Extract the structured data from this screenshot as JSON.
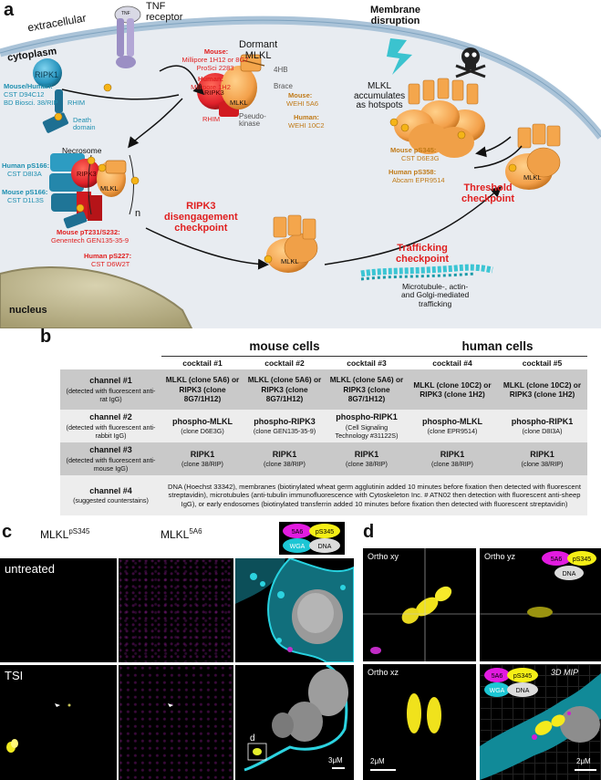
{
  "panel_labels": {
    "a": "a",
    "b": "b",
    "c": "c",
    "d": "d"
  },
  "panel_a": {
    "extracellular": "extracellular",
    "cytoplasm": "cytoplasm",
    "nucleus": "nucleus",
    "tnf": "TNF",
    "tnf_receptor": "TNF\nreceptor",
    "ripk1": "RIPK1",
    "rhim": "RHIM",
    "death_domain": "Death\ndomain",
    "ripk1_ab_title": "Mouse/Human:",
    "ripk1_ab_lines": [
      "CST D94C12",
      "BD Biosci. 38/RIP"
    ],
    "ripk3_mouse_title": "Mouse:",
    "ripk3_mouse_lines": [
      "Millipore 1H12 or 8G7",
      "ProSci 2283"
    ],
    "ripk3_human_title": "Human:",
    "ripk3_human_lines": [
      "Millipore 1H2"
    ],
    "dormant_mlkl": "Dormant\nMLKL",
    "four_hb": "4HB",
    "brace": "Brace",
    "pseudo_kinase": "Pseudo-\nkinase",
    "ripk3": "RIPK3",
    "rhim2": "RHIM",
    "mlkl": "MLKL",
    "mlkl_mouse_title": "Mouse:",
    "mlkl_mouse_lines": [
      "WEHI 5A6"
    ],
    "mlkl_human_title": "Human:",
    "mlkl_human_lines": [
      "WEHI 10C2"
    ],
    "necrosome": "Necrosome",
    "ps166_human_title": "Human pS166:",
    "ps166_human_lines": [
      "CST D8I3A"
    ],
    "ps166_mouse_title": "Mouse pS166:",
    "ps166_mouse_lines": [
      "CST D1L3S"
    ],
    "pt231_title": "Mouse pT231/S232:",
    "pt231_lines": [
      "Genentech GEN135-35-9"
    ],
    "ps227_title": "Human pS227:",
    "ps227_lines": [
      "CST D6W2T"
    ],
    "n": "n",
    "ripk3_checkpoint": "RIPK3\ndisengagement\ncheckpoint",
    "trafficking_checkpoint": "Trafficking\ncheckpoint",
    "trafficking_text": "Microtubule-, actin-\nand Golgi-mediated\ntrafficking",
    "threshold_checkpoint": "Threshold\ncheckpoint",
    "membrane_disruption": "Membrane\ndisruption",
    "hotspots": "MLKL\naccumulates\nas hotspots",
    "ps345_title": "Mouse pS345:",
    "ps345_lines": [
      "CST D6E3G"
    ],
    "ps358_title": "Human pS358:",
    "ps358_lines": [
      "Abcam EPR9514"
    ],
    "p": "P",
    "colors": {
      "teal": "#1e8fb0",
      "red": "#e02020",
      "orange": "#c07a18",
      "mlkl_fill": "#f5a54a",
      "ripk3_fill": "#e8262a",
      "ripk1_fill": "#2d9cc2",
      "cell_bg": "#e9edf2",
      "membrane": "#aec7da"
    }
  },
  "panel_b": {
    "group_mouse": "mouse cells",
    "group_human": "human cells",
    "cocktails": [
      "cocktail #1",
      "cocktail #2",
      "cocktail #3",
      "cocktail #4",
      "cocktail #5"
    ],
    "rows": [
      {
        "channel": "channel #1",
        "detect": "(detected with fluorescent anti-rat IgG)",
        "cells": [
          {
            "main": "MLKL (clone 5A6) or RIPK3 (clone 8G7/1H12)"
          },
          {
            "main": "MLKL (clone 5A6) or RIPK3 (clone 8G7/1H12)"
          },
          {
            "main": "MLKL (clone 5A6) or RIPK3 (clone 8G7/1H12)"
          },
          {
            "main": "MLKL (clone 10C2) or RIPK3 (clone 1H2)"
          },
          {
            "main": "MLKL (clone 10C2) or RIPK3 (clone 1H2)"
          }
        ]
      },
      {
        "channel": "channel #2",
        "detect": "(detected with fluorescent anti-rabbit IgG)",
        "cells": [
          {
            "main": "phospho-MLKL",
            "sub": "(clone D6E3G)"
          },
          {
            "main": "phospho-RIPK3",
            "sub": "(clone GEN135-35-9)"
          },
          {
            "main": "phospho-RIPK1",
            "sub": "(Cell Signaling Technology #31122S)"
          },
          {
            "main": "phospho-MLKL",
            "sub": "(clone EPR9514)"
          },
          {
            "main": "phospho-RIPK1",
            "sub": "(clone D8I3A)"
          }
        ]
      },
      {
        "channel": "channel #3",
        "detect": "(detected with fluorescent anti-mouse IgG)",
        "cells": [
          {
            "main": "RIPK1",
            "sub": "(clone 38/RIP)"
          },
          {
            "main": "RIPK1",
            "sub": "(clone 38/RIP)"
          },
          {
            "main": "RIPK1",
            "sub": "(clone 38/RIP)"
          },
          {
            "main": "RIPK1",
            "sub": "(clone 38/RIP)"
          },
          {
            "main": "RIPK1",
            "sub": "(clone 38/RIP)"
          }
        ]
      },
      {
        "channel": "channel #4",
        "detect": "(suggested counterstains)",
        "span_text": "DNA (Hoechst 33342), membranes (biotinylated wheat germ agglutinin added 10 minutes before fixation then detected with fluorescent streptavidin), microtubules (anti-tubulin immunofluorescence with Cytoskeleton Inc. # ATN02 then detection with fluorescent anti-sheep IgG), or early endosomes (biotinylated transferrin added 10 minutes before fixation then detected with fluorescent streptavidin)"
      }
    ]
  },
  "panel_c": {
    "col1": "MLKL",
    "col1_sup": "pS345",
    "col2": "MLKL",
    "col2_sup": "5A6",
    "row1": "untreated",
    "row2": "TSI",
    "inset_d": "d",
    "scale": "3μM",
    "legend": {
      "5A6": "5A6",
      "pS345": "pS345",
      "WGA": "WGA",
      "DNA": "DNA"
    }
  },
  "panel_d": {
    "ortho_xy": "Ortho xy",
    "ortho_yz": "Ortho yz",
    "ortho_xz": "Ortho xz",
    "mip": "3D MIP",
    "scale1": "2μM",
    "scale2": "2μM",
    "legend": {
      "5A6": "5A6",
      "pS345": "pS345",
      "WGA": "WGA",
      "DNA": "DNA"
    }
  }
}
